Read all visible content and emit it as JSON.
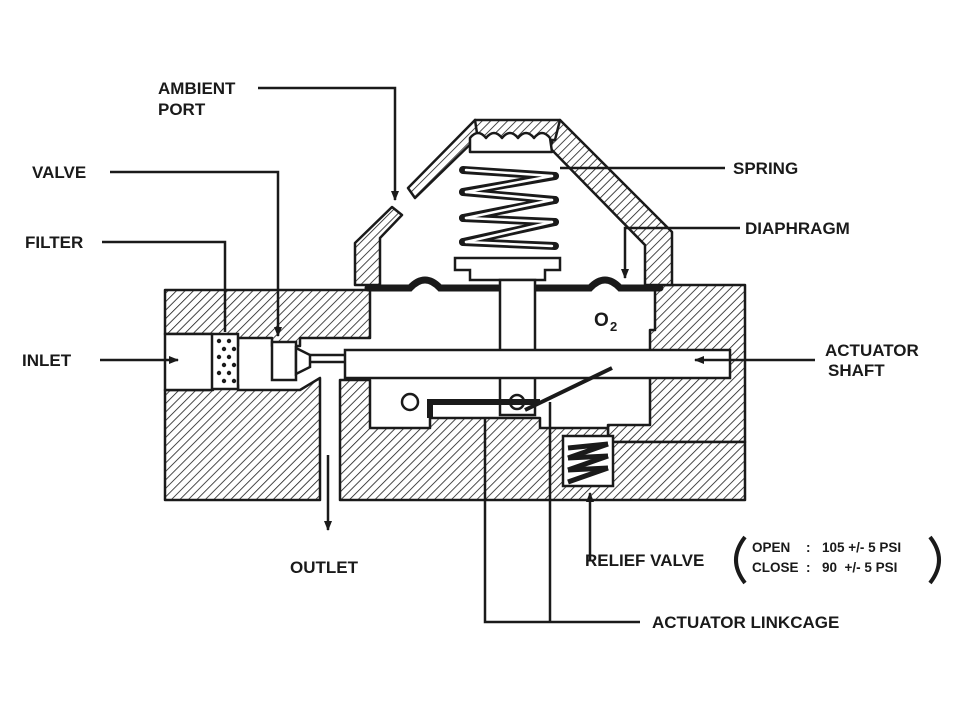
{
  "labels": {
    "ambient_port_1": "AMBIENT",
    "ambient_port_2": "PORT",
    "valve": "VALVE",
    "filter": "FILTER",
    "inlet": "INLET",
    "spring": "SPRING",
    "diaphragm": "DIAPHRAGM",
    "actuator_shaft_1": "ACTUATOR",
    "actuator_shaft_2": "SHAFT",
    "outlet": "OUTLET",
    "relief_valve": "RELIEF VALVE",
    "actuator_linkage": "ACTUATOR LINKCAGE",
    "o2_main": "O",
    "o2_sub": "2"
  },
  "relief_spec": {
    "open_label": "OPEN",
    "open_sep": ":",
    "open_value": "105 +/- 5 PSI",
    "close_label": "CLOSE",
    "close_sep": ":",
    "close_value": "90  +/- 5 PSI"
  },
  "colors": {
    "ink": "#1a1a1a",
    "background": "#ffffff"
  }
}
